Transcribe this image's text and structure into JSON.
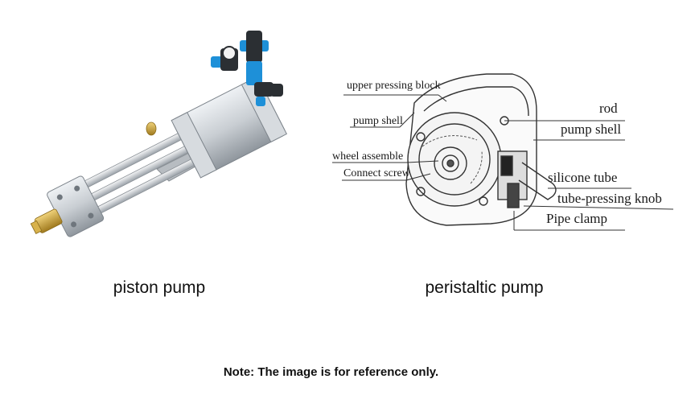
{
  "left_figure": {
    "caption": "piston pump"
  },
  "right_figure": {
    "caption": "peristaltic pump",
    "labels": {
      "upper_pressing_block": "upper pressing block",
      "pump_shell_left": "pump shell",
      "wheel_assemble": "wheel assemble",
      "connect_screw": "Connect screw",
      "rod": "rod",
      "pump_shell_right": "pump shell",
      "silicone_tube": "silicone tube",
      "tube_pressing_knob": "tube-pressing knob",
      "pipe_clamp": "Pipe clamp"
    }
  },
  "note": "Note: The image is for reference only.",
  "colors": {
    "aluminum": "#c9ced3",
    "brass": "#c9a23a",
    "fitting_blue": "#1e90d8",
    "line_art": "#333333"
  }
}
